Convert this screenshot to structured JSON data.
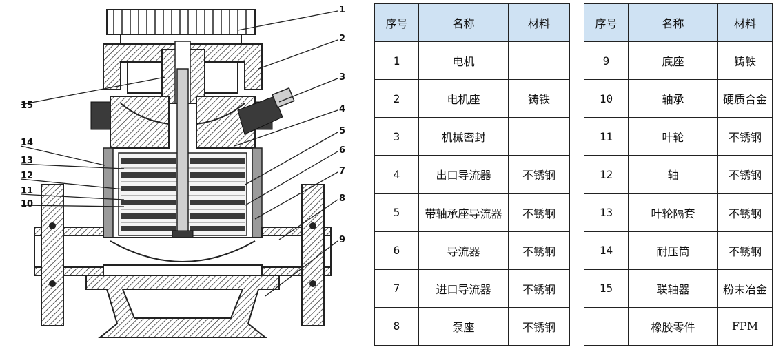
{
  "diagram": {
    "labels": [
      "1",
      "2",
      "3",
      "4",
      "5",
      "6",
      "7",
      "8",
      "9",
      "15",
      "14",
      "13",
      "12",
      "11",
      "10"
    ]
  },
  "table": {
    "headers": {
      "no": "序号",
      "name": "名称",
      "material": "材料"
    },
    "left_rows": [
      {
        "no": "1",
        "name": "电机",
        "material": ""
      },
      {
        "no": "2",
        "name": "电机座",
        "material": "铸铁"
      },
      {
        "no": "3",
        "name": "机械密封",
        "material": ""
      },
      {
        "no": "4",
        "name": "出口导流器",
        "material": "不锈钢"
      },
      {
        "no": "5",
        "name": "带轴承座导流器",
        "material": "不锈钢"
      },
      {
        "no": "6",
        "name": "导流器",
        "material": "不锈钢"
      },
      {
        "no": "7",
        "name": "进口导流器",
        "material": "不锈钢"
      },
      {
        "no": "8",
        "name": "泵座",
        "material": "不锈钢"
      }
    ],
    "right_rows": [
      {
        "no": "9",
        "name": "底座",
        "material": "铸铁"
      },
      {
        "no": "10",
        "name": "轴承",
        "material": "硬质合金"
      },
      {
        "no": "11",
        "name": "叶轮",
        "material": "不锈钢"
      },
      {
        "no": "12",
        "name": "轴",
        "material": "不锈钢"
      },
      {
        "no": "13",
        "name": "叶轮隔套",
        "material": "不锈钢"
      },
      {
        "no": "14",
        "name": "耐压筒",
        "material": "不锈钢"
      },
      {
        "no": "15",
        "name": "联轴器",
        "material": "粉末冶金"
      },
      {
        "no": "",
        "name": "橡胶零件",
        "material": "FPM"
      }
    ]
  }
}
